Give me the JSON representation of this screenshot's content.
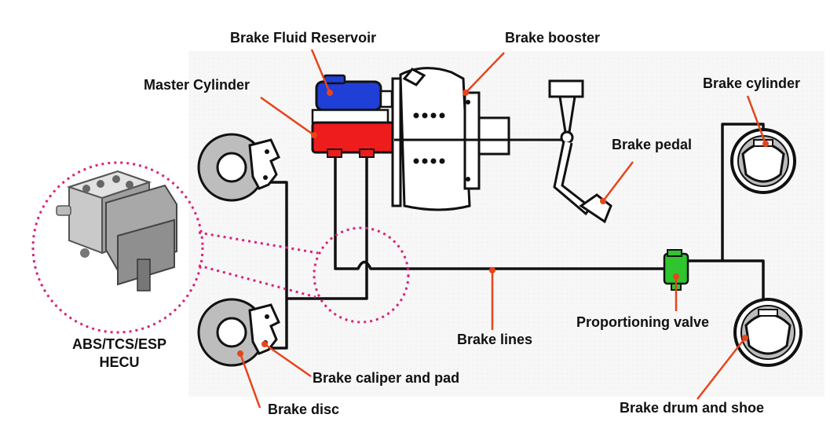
{
  "labels": {
    "brake_fluid_reservoir": "Brake Fluid Reservoir",
    "brake_booster": "Brake booster",
    "master_cylinder": "Master Cylinder",
    "brake_cylinder": "Brake cylinder",
    "brake_pedal": "Brake pedal",
    "abs_line1": "ABS/TCS/ESP",
    "abs_line2": "HECU",
    "proportioning_valve": "Proportioning valve",
    "brake_lines": "Brake lines",
    "brake_caliper_and_pad": "Brake caliper and pad",
    "brake_disc": "Brake disc",
    "brake_drum_and_shoe": "Brake drum and shoe"
  },
  "colors": {
    "leader": "#e8441c",
    "reservoir": "#1f3fd6",
    "master_cylinder": "#ee1c1c",
    "valve": "#2fc52f",
    "highlight_circle": "#d8247a",
    "line": "#111111",
    "disc": "#bdbdbd"
  }
}
